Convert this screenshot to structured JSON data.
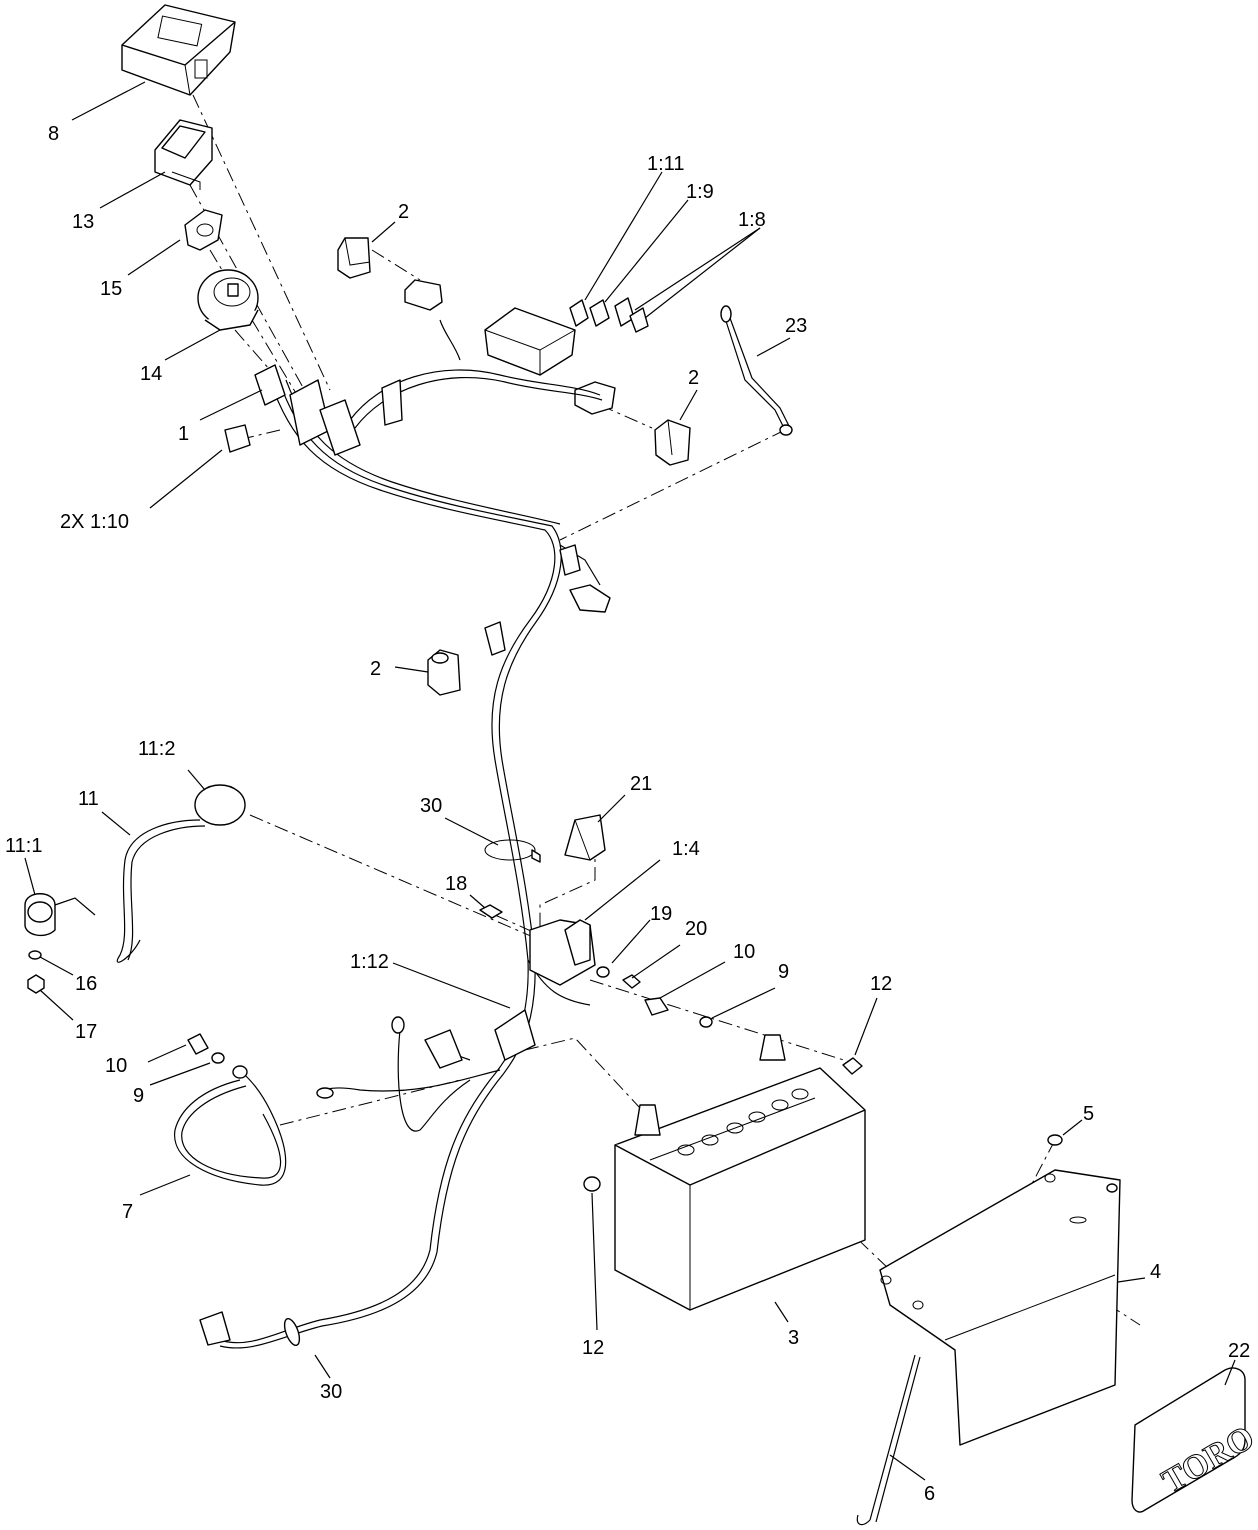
{
  "callouts": {
    "c8": "8",
    "c13": "13",
    "c15": "15",
    "c14": "14",
    "c1": "1",
    "c2x110": "2X 1:10",
    "c2a": "2",
    "c2b": "2",
    "c2c": "2",
    "c111": "1:11",
    "c19": "1:9",
    "c18": "1:8",
    "c23": "23",
    "c112a": "11:2",
    "c11": "11",
    "c111b": "11:1",
    "c16": "16",
    "c17": "17",
    "c30a": "30",
    "c21": "21",
    "c14b": "1:4",
    "c18b": "18",
    "c19b": "19",
    "c20": "20",
    "c10a": "10",
    "c9a": "9",
    "c12a": "12",
    "c112": "1:12",
    "c10b": "10",
    "c9b": "9",
    "c7": "7",
    "c5": "5",
    "c4": "4",
    "c3": "3",
    "c12b": "12",
    "c22": "22",
    "c6": "6",
    "c30b": "30"
  },
  "logo": {
    "text": "TORO"
  }
}
